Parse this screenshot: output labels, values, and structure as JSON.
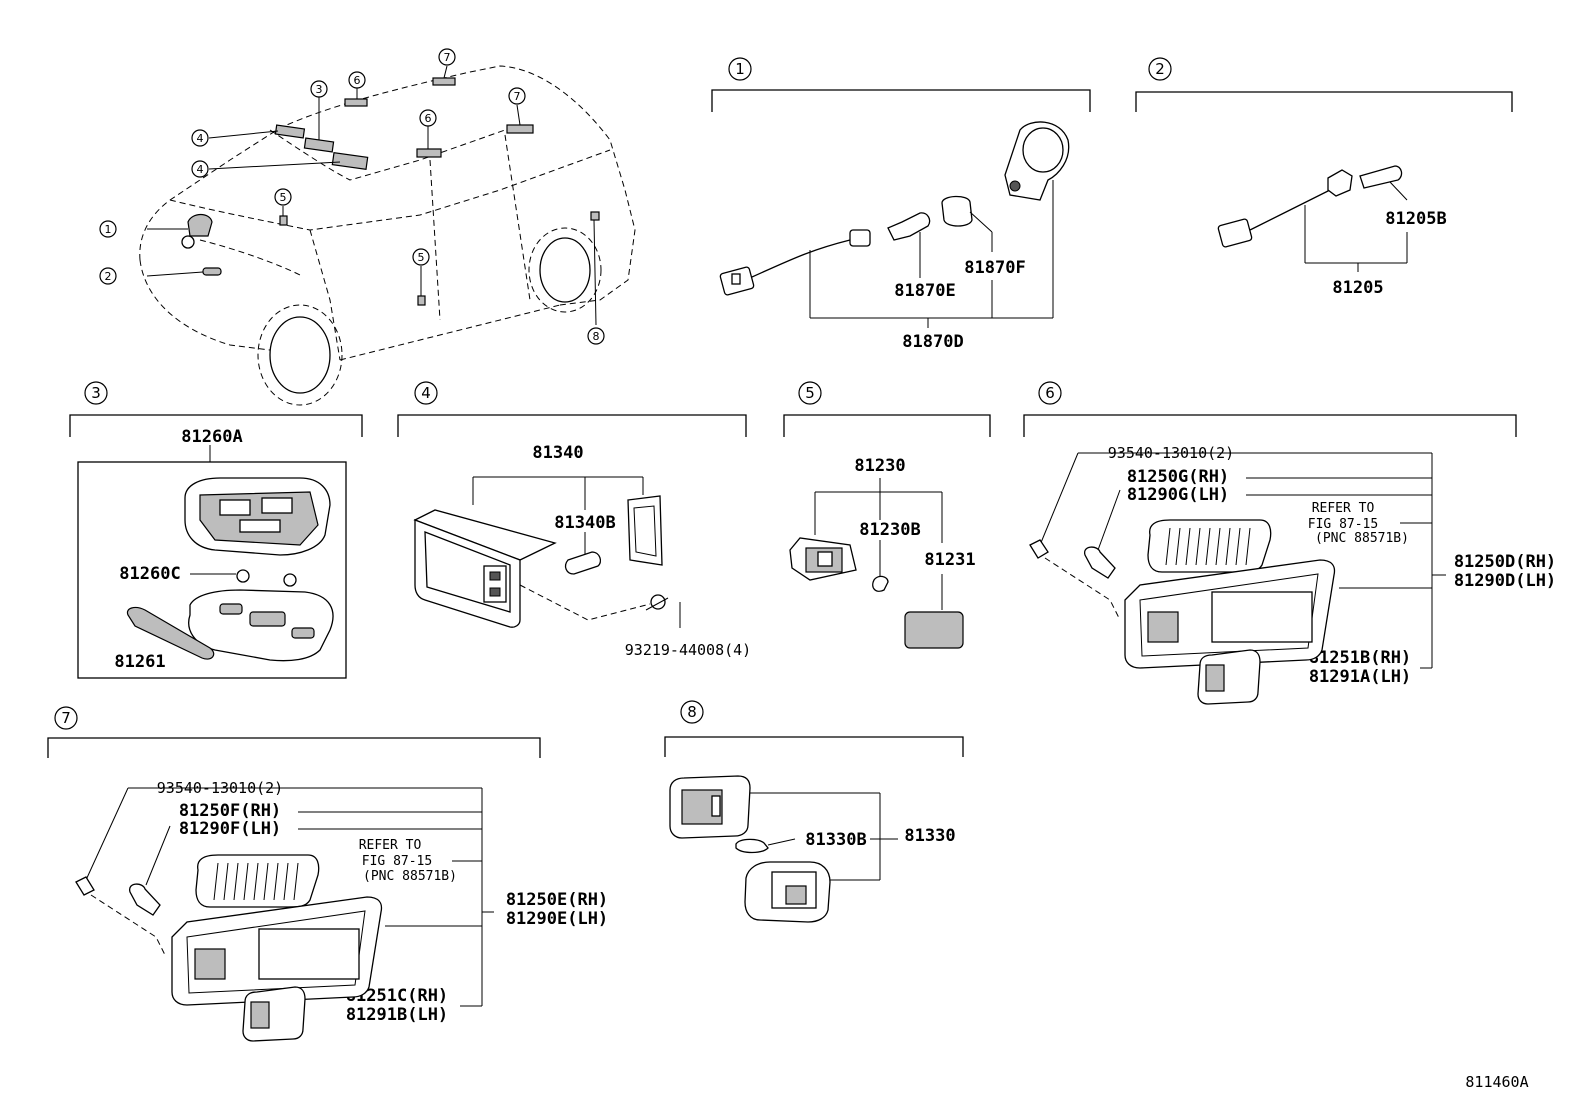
{
  "figure_code": "811460A",
  "car_callouts": [
    "1",
    "2",
    "3",
    "4",
    "4",
    "5",
    "5",
    "6",
    "6",
    "7",
    "7",
    "8"
  ],
  "groups": [
    {
      "id": "1",
      "parts": {
        "assembly": "81870D",
        "bulb": "81870E",
        "cap": "81870F"
      }
    },
    {
      "id": "2",
      "parts": {
        "assembly": "81205",
        "bulb": "81205B"
      }
    },
    {
      "id": "3",
      "parts": {
        "assembly": "81260A",
        "bulb": "81260C",
        "lens": "81261"
      }
    },
    {
      "id": "4",
      "parts": {
        "assembly": "81340",
        "bulb": "81340B",
        "screw": "93219-44008(4)"
      }
    },
    {
      "id": "5",
      "parts": {
        "assembly": "81230",
        "bulb": "81230B",
        "lens": "81231"
      }
    },
    {
      "id": "6",
      "parts": {
        "screw": "93540-13010(2)",
        "bulb_rh": "81250G(RH)",
        "bulb_lh": "81290G(LH)",
        "ref_line1": "REFER TO",
        "ref_line2": "FIG 87-15",
        "ref_line3": "(PNC 88571B)",
        "housing_rh": "81250D(RH)",
        "housing_lh": "81290D(LH)",
        "lens_rh": "81251B(RH)",
        "lens_lh": "81291A(LH)"
      }
    },
    {
      "id": "7",
      "parts": {
        "screw": "93540-13010(2)",
        "bulb_rh": "81250F(RH)",
        "bulb_lh": "81290F(LH)",
        "ref_line1": "REFER TO",
        "ref_line2": "FIG 87-15",
        "ref_line3": "(PNC 88571B)",
        "housing_rh": "81250E(RH)",
        "housing_lh": "81290E(LH)",
        "lens_rh": "81251C(RH)",
        "lens_lh": "81291B(LH)"
      }
    },
    {
      "id": "8",
      "parts": {
        "assembly": "81330",
        "bulb": "81330B"
      }
    }
  ]
}
